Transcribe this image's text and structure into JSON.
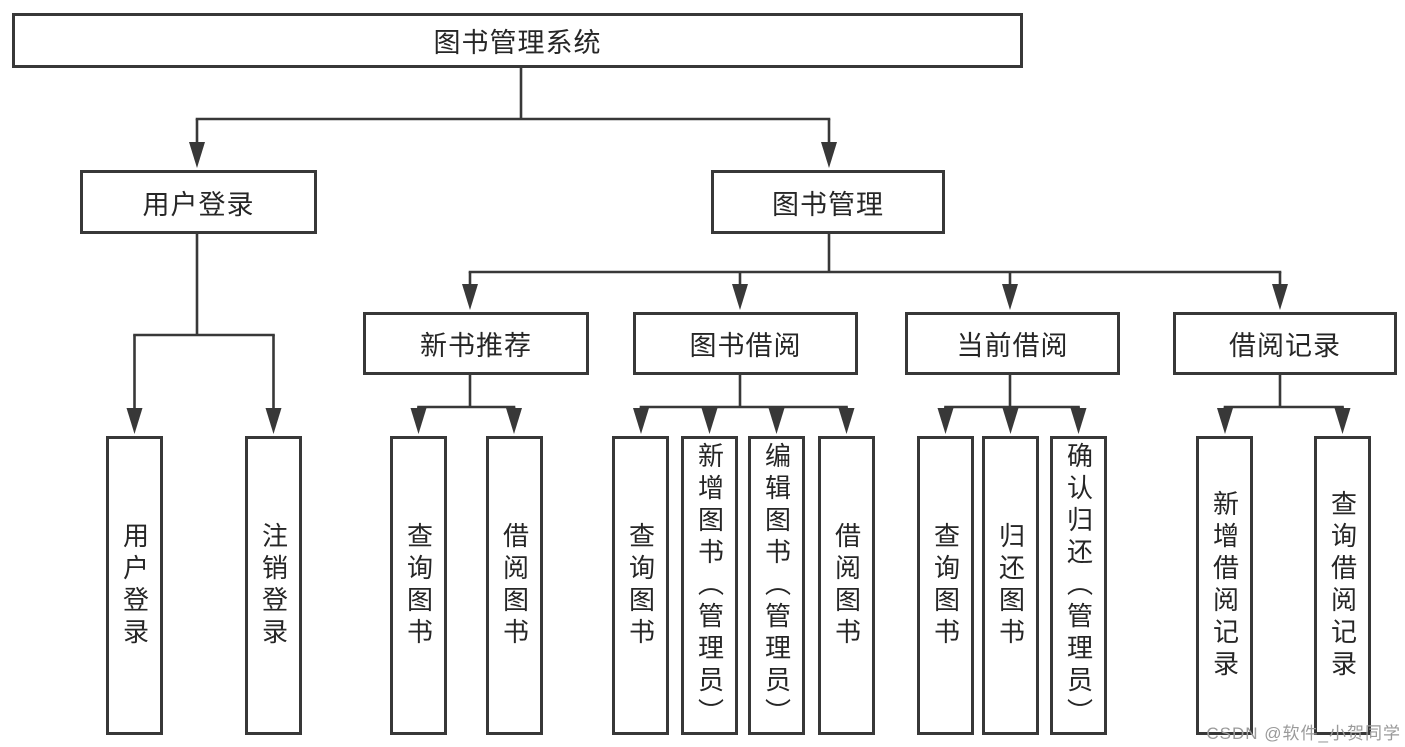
{
  "diagram": {
    "root": {
      "label": "图书管理系统"
    },
    "branches": [
      {
        "label": "用户登录",
        "children": [
          {
            "label": "用户登录"
          },
          {
            "label": "注销登录"
          }
        ]
      },
      {
        "label": "图书管理",
        "children": [
          {
            "label": "新书推荐",
            "children": [
              {
                "label": "查询图书"
              },
              {
                "label": "借阅图书"
              }
            ]
          },
          {
            "label": "图书借阅",
            "children": [
              {
                "label": "查询图书"
              },
              {
                "label": "新增图书（管理员）"
              },
              {
                "label": "编辑图书（管理员）"
              },
              {
                "label": "借阅图书"
              }
            ]
          },
          {
            "label": "当前借阅",
            "children": [
              {
                "label": "查询图书"
              },
              {
                "label": "归还图书"
              },
              {
                "label": "确认归还（管理员）"
              }
            ]
          },
          {
            "label": "借阅记录",
            "children": [
              {
                "label": "新增借阅记录"
              },
              {
                "label": "查询借阅记录"
              }
            ]
          }
        ]
      }
    ]
  },
  "watermark": {
    "text": "CSDN @软件_小贺同学",
    "color": "#9a9a9a"
  },
  "colors": {
    "line": "#383838",
    "box_border": "#383838",
    "text": "#262626",
    "background": "#ffffff"
  }
}
